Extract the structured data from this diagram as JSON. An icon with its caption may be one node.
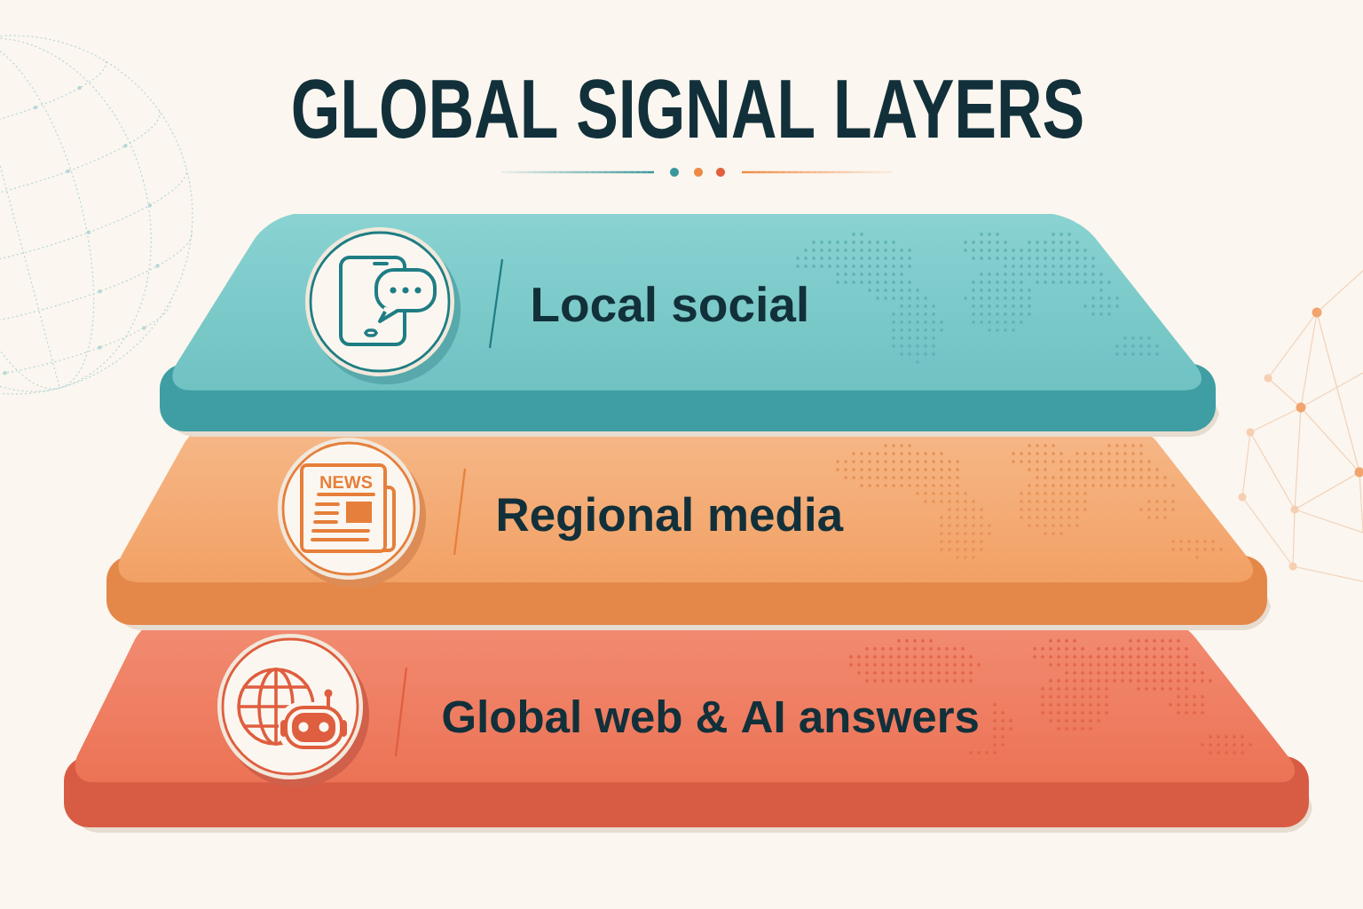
{
  "diagram": {
    "title": "GLOBAL SIGNAL LAYERS",
    "nodes": [
      {
        "text": [
          "Local social"
        ]
      },
      {
        "text": [
          "Regional media"
        ]
      },
      {
        "text": [
          "Global web & AI answers"
        ]
      }
    ],
    "labels": [
      "NEWS"
    ]
  }
}
